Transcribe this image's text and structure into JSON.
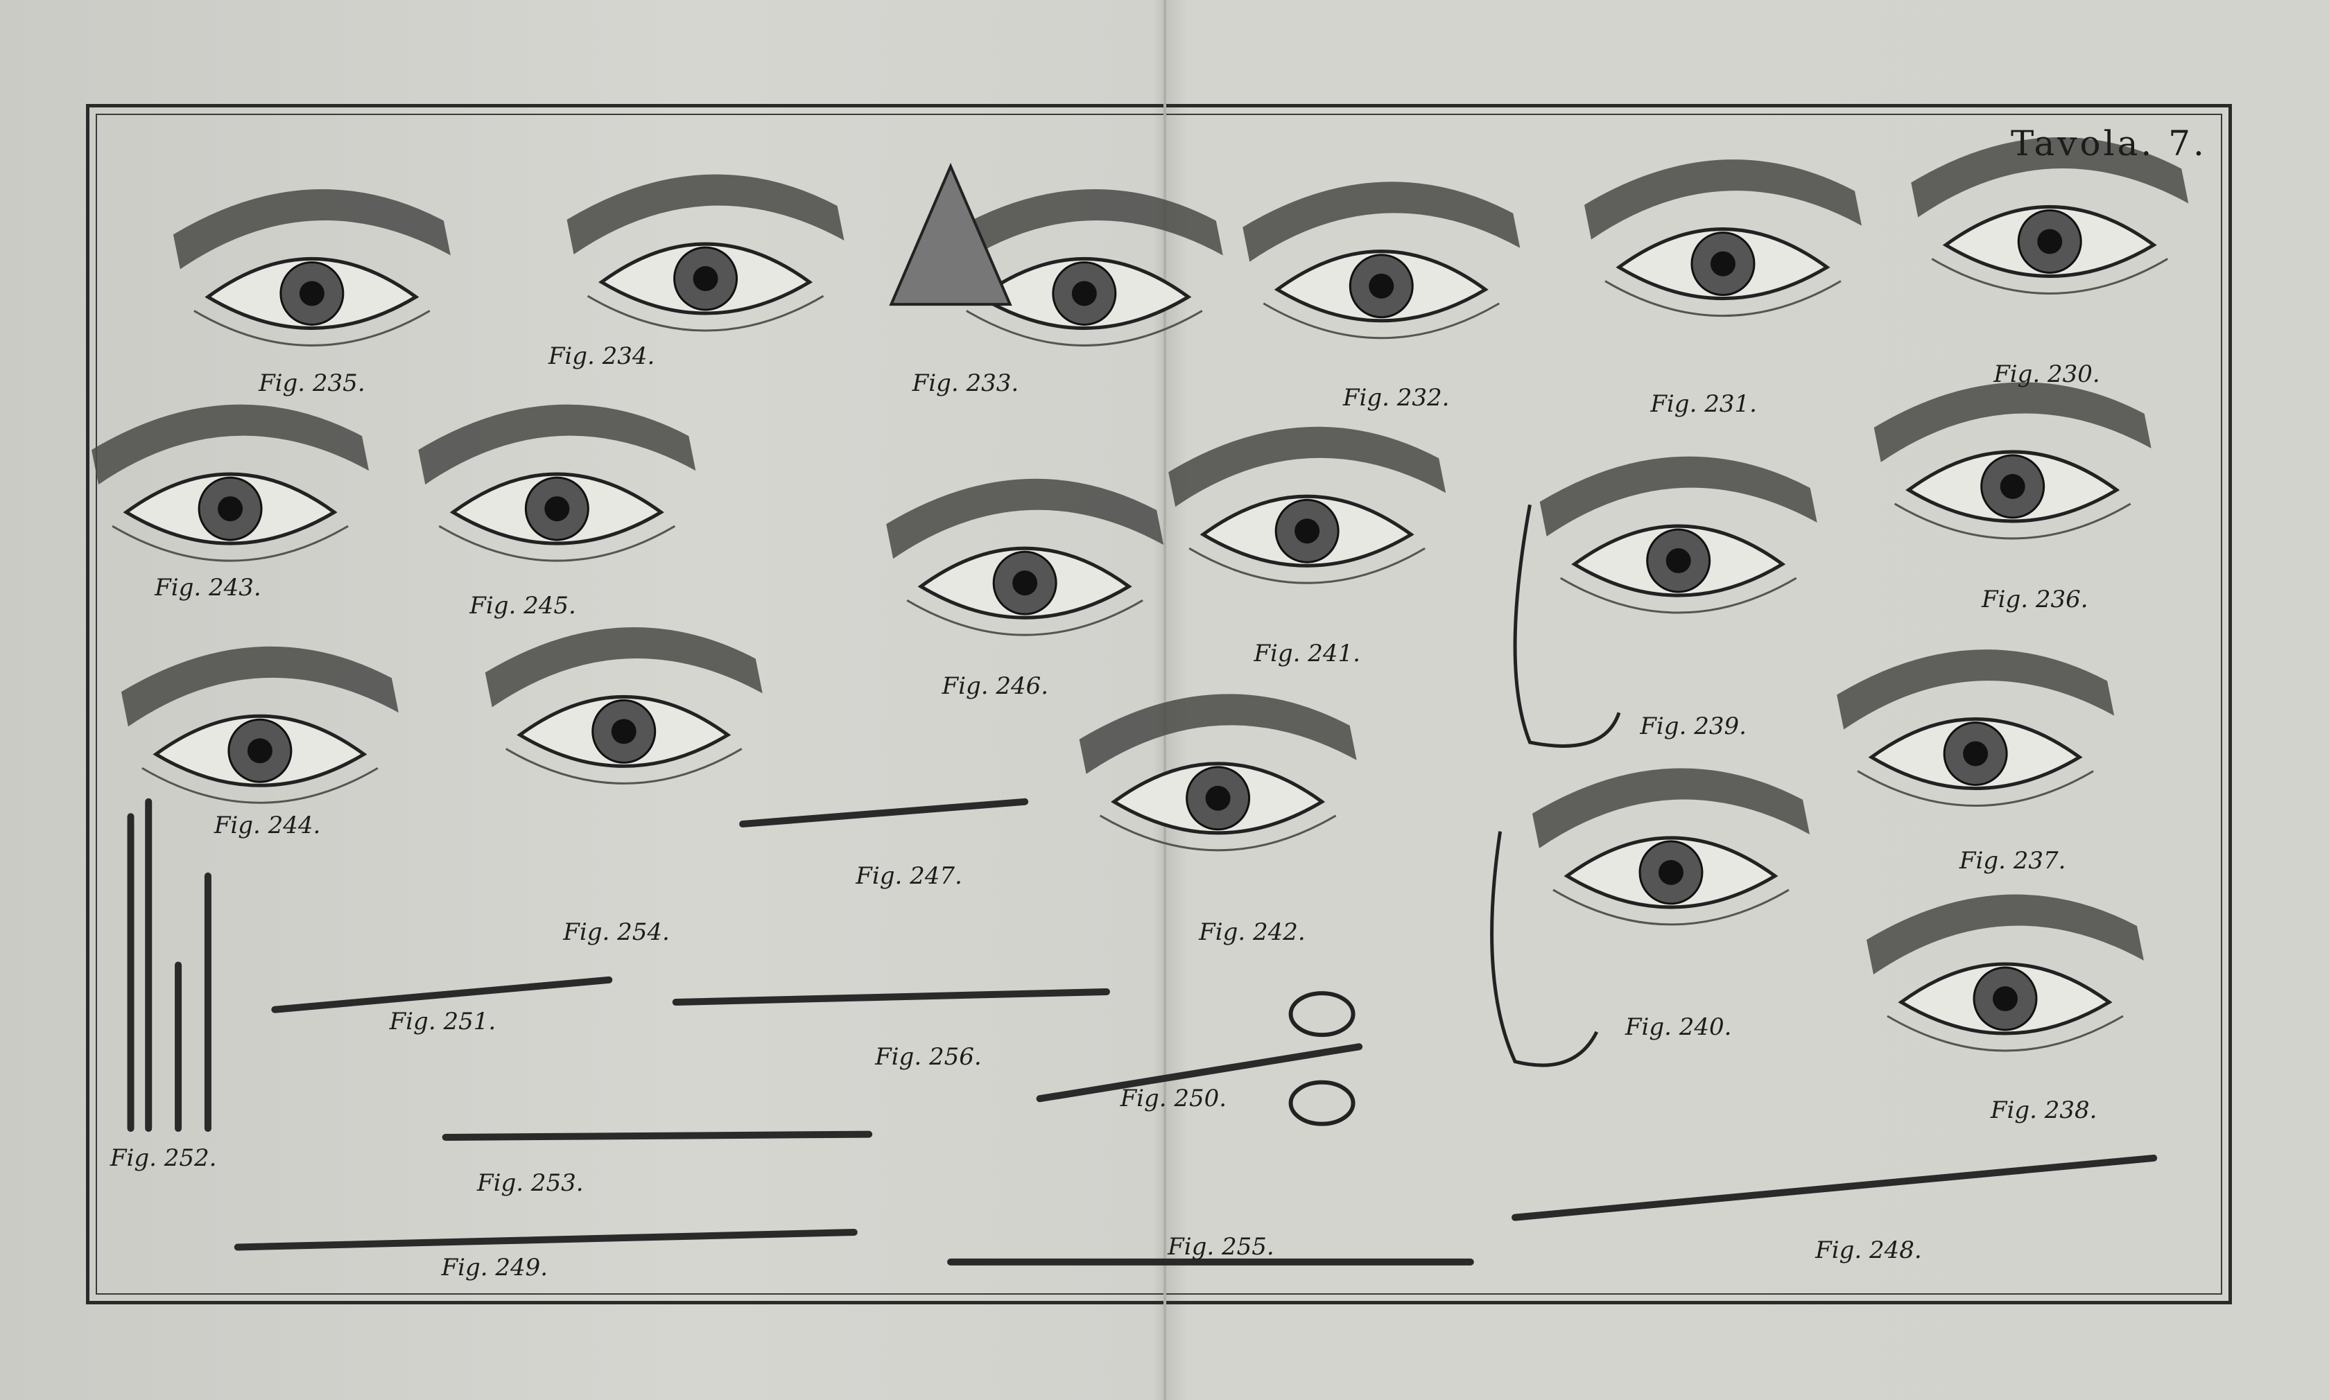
{
  "plate_title": "Tavola. 7.",
  "figures": [
    "Fig. 235.",
    "Fig. 234.",
    "Fig. 233.",
    "Fig. 232.",
    "Fig. 231.",
    "Fig. 230.",
    "Fig. 243.",
    "Fig. 245.",
    "Fig. 246.",
    "Fig. 241.",
    "Fig. 236.",
    "Fig. 239.",
    "Fig. 244.",
    "Fig. 254.",
    "Fig. 247.",
    "Fig. 242.",
    "Fig. 237.",
    "Fig. 240.",
    "Fig. 238.",
    "Fig. 252.",
    "Fig. 251.",
    "Fig. 256.",
    "Fig. 250.",
    "Fig. 253.",
    "Fig. 249.",
    "Fig. 255.",
    "Fig. 248."
  ],
  "colors": {
    "paper": "#d2d2cd",
    "ink": "#1c1c1c"
  }
}
